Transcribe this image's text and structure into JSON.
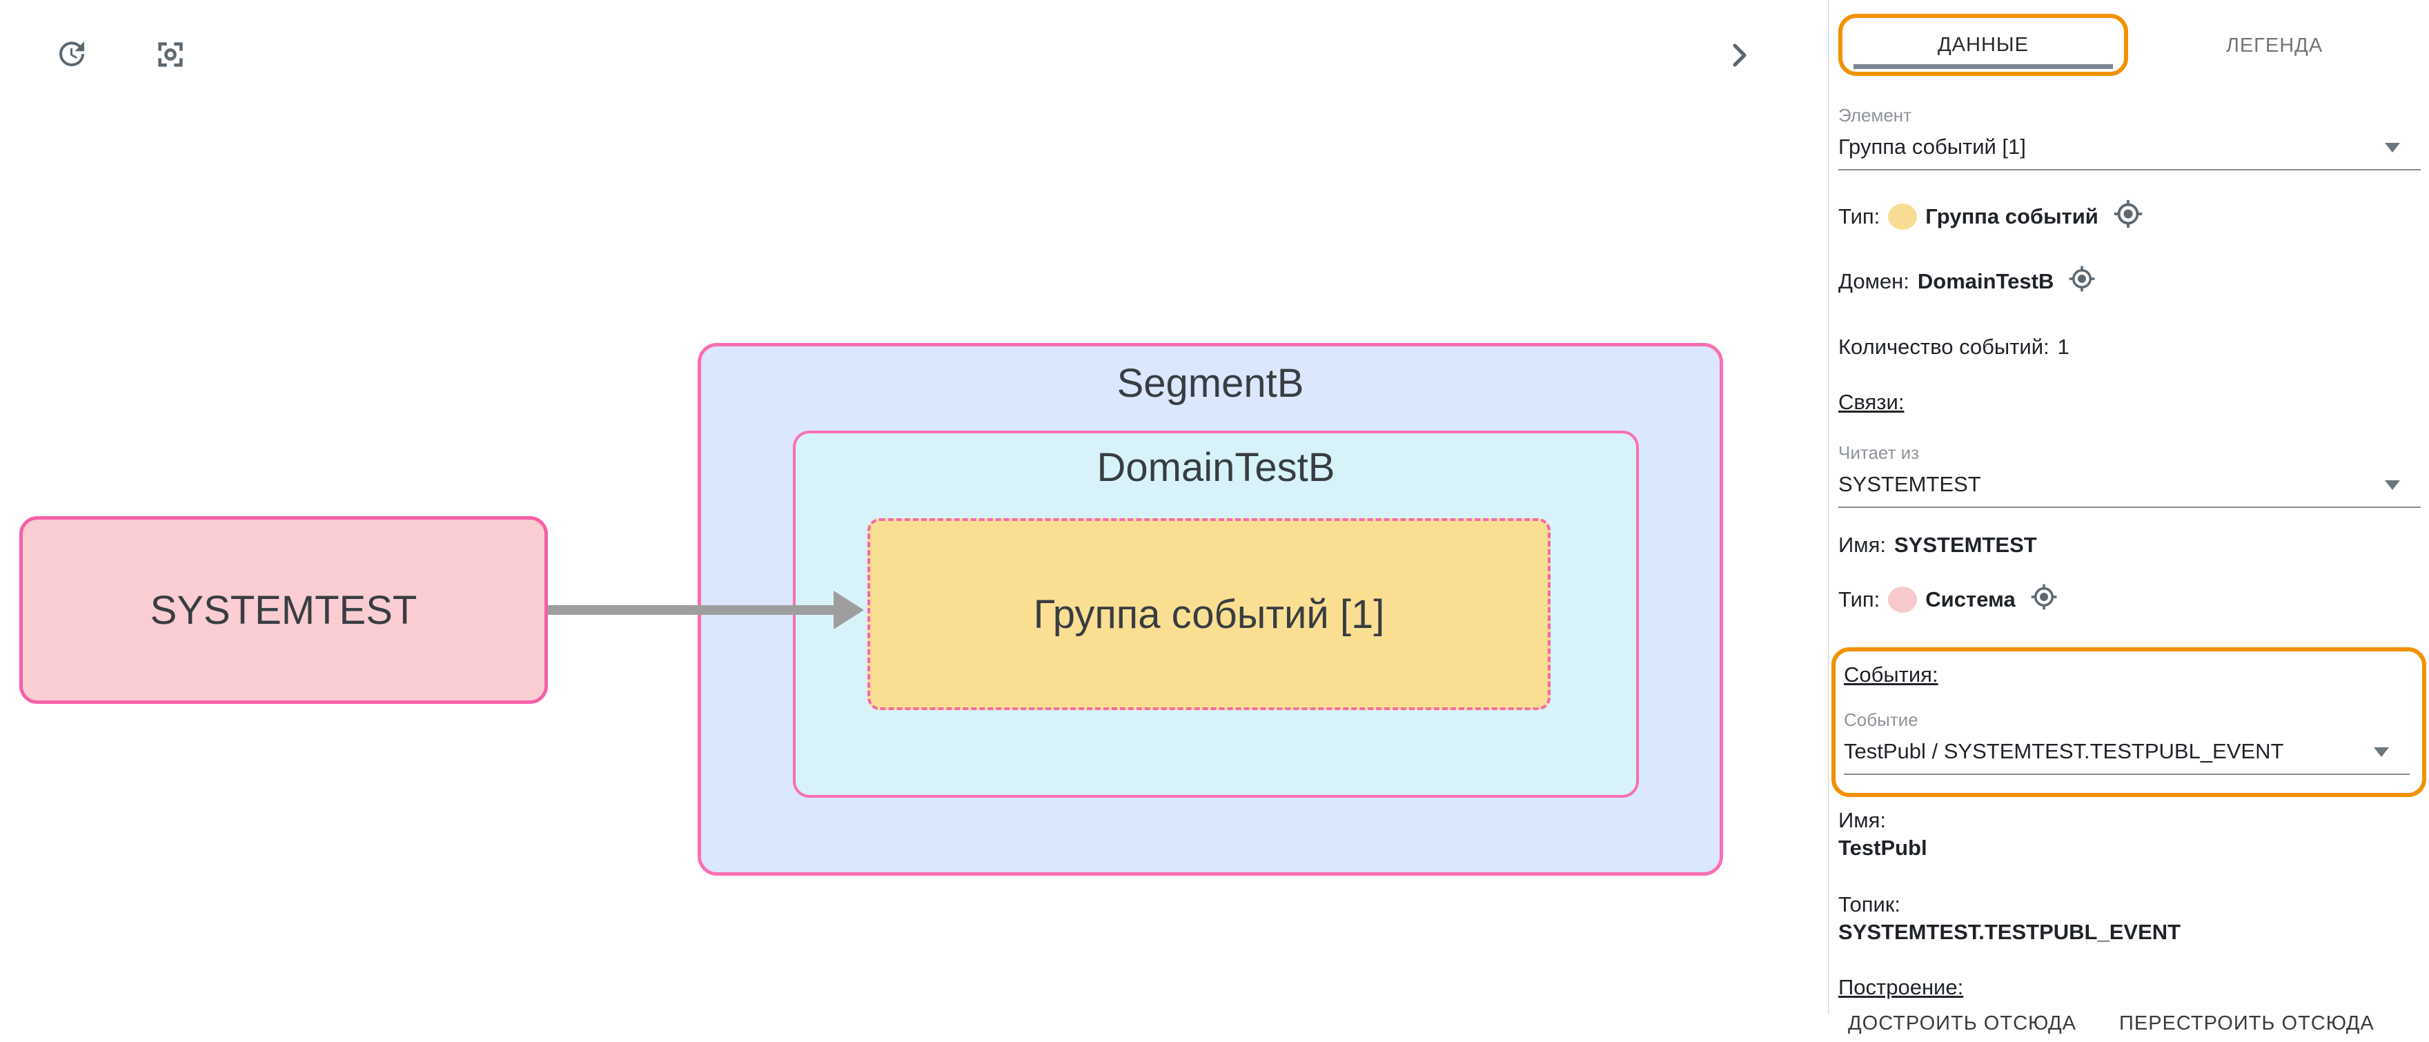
{
  "canvas": {
    "toolbar": {
      "history_icon": "history-refresh",
      "focus_icon": "center-focus",
      "collapse_icon": "chevron-right"
    },
    "nodes": {
      "system": {
        "label": "SYSTEMTEST",
        "fill": "#F9CDD1",
        "border": "#F75FA8"
      },
      "segment": {
        "label": "SegmentB",
        "fill": "#DBE7FC",
        "border": "#FB6EB1"
      },
      "domain": {
        "label": "DomainTestB",
        "fill": "#D7F3F9",
        "border": "#FB6EB1"
      },
      "event_group": {
        "label": "Группа событий [1]",
        "fill": "#FADF92",
        "border": "#F767AC"
      }
    },
    "edge": {
      "from": "SYSTEMTEST",
      "to": "Группа событий [1]",
      "color": "#9E9E9E"
    }
  },
  "panel": {
    "tabs": [
      {
        "label": "ДАННЫЕ",
        "active": true
      },
      {
        "label": "ЛЕГЕНДА",
        "active": false
      }
    ],
    "element_select": {
      "label": "Элемент",
      "value": "Группа событий [1]"
    },
    "type_row": {
      "label": "Тип:",
      "value": "Группа событий",
      "dot_color": "#F7DD94"
    },
    "domain_row": {
      "label": "Домен:",
      "value": "DomainTestB"
    },
    "count_row": {
      "label": "Количество событий:",
      "value": "1"
    },
    "links_heading": "Связи:",
    "reads_from_select": {
      "label": "Читает из",
      "value": "SYSTEMTEST"
    },
    "name_row": {
      "label": "Имя:",
      "value": "SYSTEMTEST"
    },
    "system_type_row": {
      "label": "Тип:",
      "value": "Система",
      "dot_color": "#F6C9CC"
    },
    "events_section": {
      "heading": "События:",
      "event_select": {
        "label": "Событие",
        "value": "TestPubl / SYSTEMTEST.TESTPUBL_EVENT"
      }
    },
    "event_name": {
      "label": "Имя:",
      "value": "TestPubl"
    },
    "topic": {
      "label": "Топик:",
      "value": "SYSTEMTEST.TESTPUBL_EVENT"
    },
    "build_heading": "Построение:",
    "buttons": [
      {
        "label": "ДОСТРОИТЬ ОТСЮДА"
      },
      {
        "label": "ПЕРЕСТРОИТЬ ОТСЮДА"
      }
    ],
    "accent_color": "#F29100",
    "icon_color": "#5C6870"
  }
}
